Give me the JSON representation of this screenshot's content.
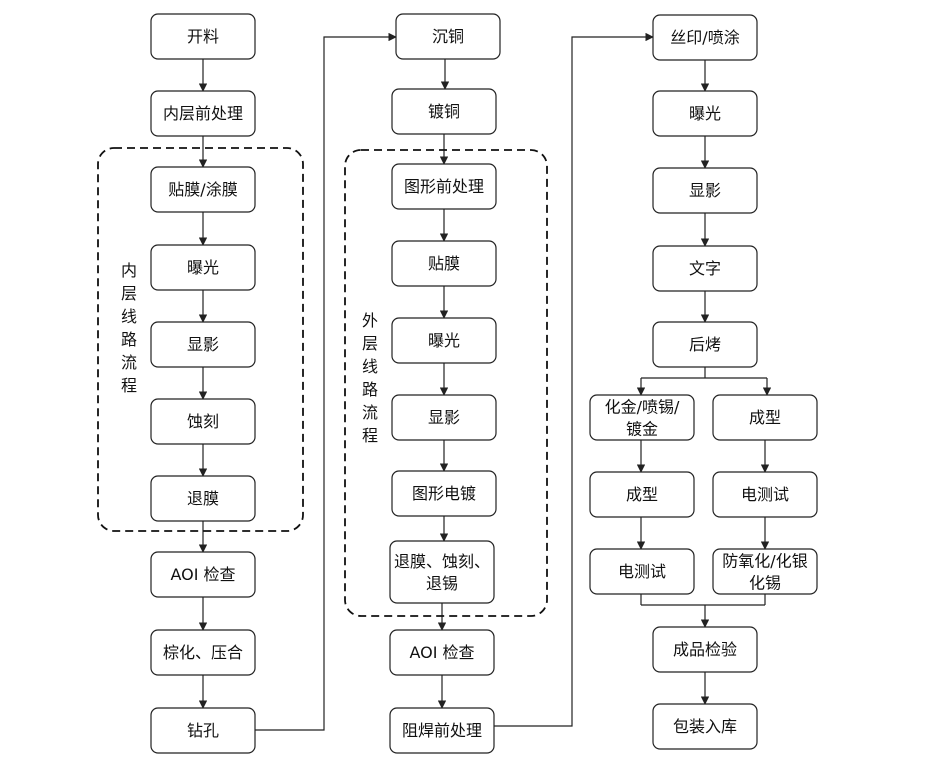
{
  "column1": {
    "steps": [
      "开料",
      "内层前处理",
      "贴膜/涂膜",
      "曝光",
      "显影",
      "蚀刻",
      "退膜",
      "AOI 检查",
      "棕化、压合",
      "钻孔"
    ],
    "group_label": "内层线路流程"
  },
  "column2": {
    "steps": [
      "沉铜",
      "镀铜",
      "图形前处理",
      "贴膜",
      "曝光",
      "显影",
      "图形电镀",
      "退膜、蚀刻、退锡",
      "AOI 检查",
      "阻焊前处理"
    ],
    "group_label": "外层线路流程"
  },
  "column3": {
    "steps": [
      "丝印/喷涂",
      "曝光",
      "显影",
      "文字",
      "后烤"
    ],
    "left_branch": [
      "化金/喷锡/镀金",
      "成型",
      "电测试"
    ],
    "right_branch": [
      "成型",
      "电测试",
      "防氧化/化银化锡"
    ],
    "final": [
      "成品检验",
      "包装入库"
    ]
  }
}
